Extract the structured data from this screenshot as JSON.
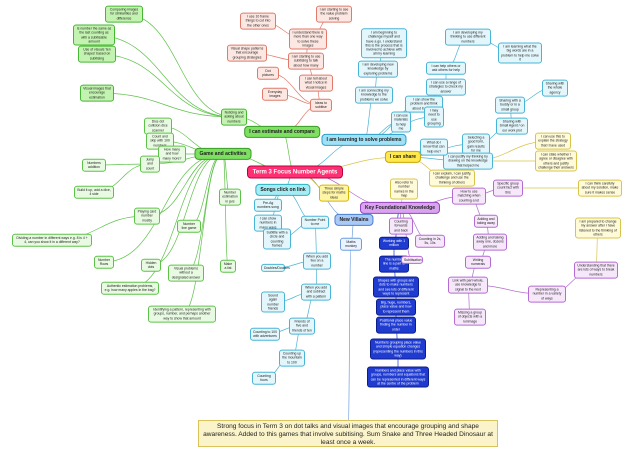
{
  "center": "Term 3 Focus Number Agents",
  "summary": "Strong focus in Term 3 on dot talks and visual images that encourage grouping and shape awareness. Added to this games that involve subitising. Sum Snake and Three Headed Dinosaur at least once a week.",
  "topics": {
    "estimate_compare": "I can estimate and compare",
    "learning_problems": "I am learning to solve problems",
    "share": "I can share",
    "games": "Game and activities",
    "songs": "Songs click on link",
    "villains": "New Villains",
    "vocab": "Key Foundational Knowledge",
    "thinking": "Three simple steps for maths ideas"
  },
  "colors": {
    "center": "#ff2f74",
    "green": "#7de061",
    "blue": "#9fe1f6",
    "red": "#f6a38f",
    "purple": "#d9a3f0",
    "navy": "#1f3bd0"
  },
  "nodes": {
    "r1": "I am starting to see the value problem solving",
    "r2": "I use 10 frame things to cut into the other ones",
    "r3": "I understand there is more than one way to solve these images",
    "r4": "I am starting to use subitising to talk about how many",
    "r5": "I can tell about what I notice in visual images",
    "r6": "Visual shape patterns that encourage grouping strategies",
    "r7": "Dot pictures",
    "r8": "Everyday images",
    "r9": "Ideas to subitise",
    "g1": "Comparing images for similarities and difference",
    "g2": "Is number the same as the last counting as with a subitisable amount",
    "g3": "Use of visuals 'ten shapes' based on subitising",
    "g4": "Visual images that encourage estimation",
    "g5": "Noticing and asking about numbers",
    "ga1": "Dice dot collision dice scanner",
    "ga2": "Count and skip with 100 numbers",
    "ga3": "How many and how many more?",
    "ga4": "Jump and count",
    "ga5": "Numbers addition",
    "ga6": "Build it up, add a dice, 4 side",
    "ga7": "Playing card number mostly",
    "ga8": "Dividing a number in different ways e.g. 8 is 4 + 4, can you show it in a different way?",
    "ga9": "Number Rows",
    "ga10": "Hidden dots",
    "ga11": "Number line game",
    "ga12": "Authentic estimation problems, e.g. how many apples in the bag?",
    "ga13": "Make a list",
    "ga14": "Visual problems without a designated answer",
    "ga15": "Identifying a pattern, representing with groups, number, and perhaps another way to show that amount",
    "ga16": "Number estimation in jars",
    "b1": "I am beginning to challenge myself and have a go. I understand this is the process that is involved to achieve with all my learning",
    "b2": "I am developing new knowledge by exploring problems",
    "b3": "I am connecting my knowledge to the problems we solve",
    "lb1": "I am developing my thinking to use different numbers",
    "lb2": "I am learning what the big words are in a problem to help me solve it",
    "lb3": "I can help others or ask others for help",
    "lb4": "I can use a range of strategies to check my answer",
    "lb5": "I can show the problem and think about it visually",
    "lb6": "I can use materials to help me",
    "lb7": "I may need to use grouping",
    "lb8": "Sharing with the whole agency",
    "lb9": "Sharing with a buddy or in a small group",
    "lb10": "Sharing with Small Agent / on our work plot",
    "lb11": "Selecting a good form, gain results for me",
    "lb12": "I can justify my thinking by drawing on the knowledge that helped me",
    "lb13": "What do I know that can help me?",
    "lb14": "I can use this to explain the strategy that I have used",
    "lb15": "I can state whether I agree or disagree with others and justify challenge their answers",
    "y1": "I can explain, I can justify, challenge and use the thinking of others",
    "s1": "Please songs give for each game",
    "s2": "Pre-Ag numbers song",
    "s3": "I can show numbers in many ways",
    "s4": "Number Point to me",
    "s5": "Subtitle with a circle and counting frames",
    "s6": "When you add two on a number",
    "s7": "Doubles/Doubles",
    "s8": "When you add and subtract with a pattern",
    "s9": "Sound again number friends",
    "s10": "Friends of five and friends of ten",
    "s11": "Counting to 100 with adventures",
    "s12": "Counting up the mountain to 100",
    "s13": "Counting fours",
    "v1": "Maths monkey",
    "n1": "Working with 1 million",
    "n2": "The number line is a part of maths",
    "n3": "Shapes with groups and dots to make numbers and see lots of different ways to represent",
    "n4": "Big, huge, numbers, place value and how to represent them",
    "n5": "Positional place value finding the number in order",
    "n6": "Numbers grouping place value and simple equation changes (representing the numbers in this way)",
    "n7": "Numbers and place value with groups, numbers and equations that can be represented in different ways at the centre of the problem",
    "k1": "Also refer to number names in the map",
    "k2": "Counting forwards and back",
    "k3": "Counting in 2s, 5s, 10s",
    "k4": "Subitisation",
    "p1": "Specific group count fact with this",
    "p2": "How to use matching when counting a lot",
    "p3": "Adding and taking away",
    "p4": "Adding and taking away one, dozens and more",
    "p5": "Writing numerals",
    "p6": "Link with part-whole, use knowledge to signal to the next",
    "p7": "Missing a group of objects with a rummage",
    "p8": "Understanding that there are lots of ways to break numbers",
    "p9": "Representing a number in a variety of ways",
    "p10": "I can think carefully about my solution, make sure it makes sense",
    "p11": "I am prepared to change my answer after I have listened to the thinking of others"
  }
}
